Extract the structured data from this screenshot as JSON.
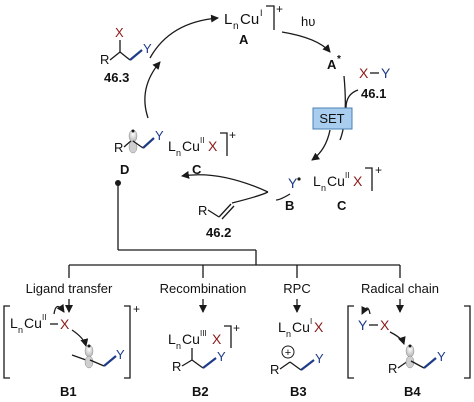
{
  "colors": {
    "ink": "#1a1a1a",
    "red": "#8b1a1a",
    "blue": "#1f3c88",
    "set_fill": "#a9cdee",
    "set_stroke": "#4a7fb5"
  },
  "symbols": {
    "R": "R",
    "X": "X",
    "Y": "Y",
    "Cu": "Cu",
    "n": "n",
    "L": "L",
    "plus": "+",
    "dot": "•",
    "star": "*",
    "dash": "–",
    "cu_I": "I",
    "cu_II": "II",
    "cu_III": "III",
    "hv": "hυ"
  },
  "labels": {
    "A": "A",
    "A_star": "A",
    "c461": "46.1",
    "c462": "46.2",
    "c463": "46.3",
    "C": "C",
    "B": "B",
    "D": "D",
    "B1": "B1",
    "B2": "B2",
    "B3": "B3",
    "B4": "B4"
  },
  "set_label": "SET",
  "mechanisms": [
    "Ligand transfer",
    "Recombination",
    "RPC",
    "Radical chain"
  ],
  "circled_plus": "+"
}
